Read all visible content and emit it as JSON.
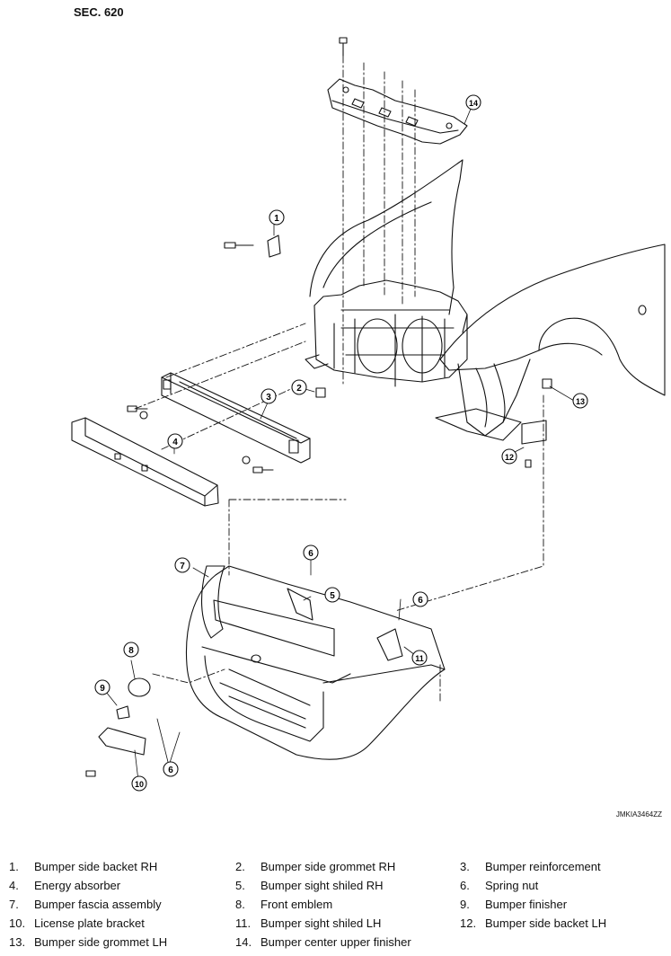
{
  "section_label": "SEC. 620",
  "figure_code": "JMKIA3464ZZ",
  "callouts": [
    "1",
    "2",
    "3",
    "4",
    "5",
    "6",
    "6",
    "6",
    "7",
    "8",
    "9",
    "10",
    "11",
    "12",
    "13",
    "14"
  ],
  "legend": [
    {
      "num": "1.",
      "label": "Bumper side backet RH"
    },
    {
      "num": "2.",
      "label": "Bumper side grommet RH"
    },
    {
      "num": "3.",
      "label": "Bumper reinforcement"
    },
    {
      "num": "4.",
      "label": "Energy absorber"
    },
    {
      "num": "5.",
      "label": "Bumper sight shiled RH"
    },
    {
      "num": "6.",
      "label": "Spring nut"
    },
    {
      "num": "7.",
      "label": "Bumper fascia assembly"
    },
    {
      "num": "8.",
      "label": "Front emblem"
    },
    {
      "num": "9.",
      "label": "Bumper finisher"
    },
    {
      "num": "10.",
      "label": "License plate bracket"
    },
    {
      "num": "11.",
      "label": "Bumper sight shiled LH"
    },
    {
      "num": "12.",
      "label": "Bumper side backet LH"
    },
    {
      "num": "13.",
      "label": "Bumper side grommet LH"
    },
    {
      "num": "14.",
      "label": "Bumper center upper finisher"
    }
  ]
}
